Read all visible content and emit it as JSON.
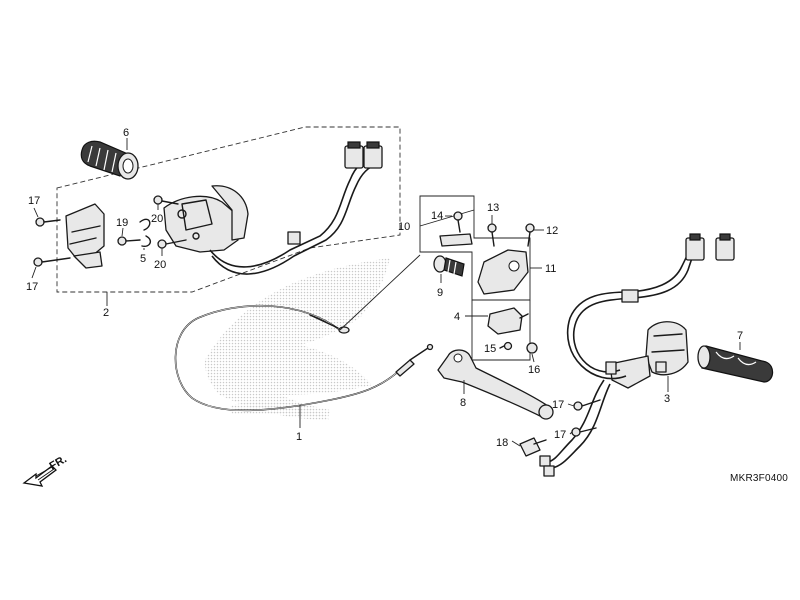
{
  "callouts": [
    {
      "id": "1",
      "label": "1"
    },
    {
      "id": "2",
      "label": "2"
    },
    {
      "id": "3",
      "label": "3"
    },
    {
      "id": "4",
      "label": "4"
    },
    {
      "id": "5",
      "label": "5"
    },
    {
      "id": "6",
      "label": "6"
    },
    {
      "id": "7",
      "label": "7"
    },
    {
      "id": "8",
      "label": "8"
    },
    {
      "id": "9",
      "label": "9"
    },
    {
      "id": "10",
      "label": "10"
    },
    {
      "id": "11",
      "label": "11"
    },
    {
      "id": "12",
      "label": "12"
    },
    {
      "id": "13",
      "label": "13"
    },
    {
      "id": "14",
      "label": "14"
    },
    {
      "id": "15",
      "label": "15"
    },
    {
      "id": "16",
      "label": "16"
    },
    {
      "id": "17a",
      "label": "17"
    },
    {
      "id": "17b",
      "label": "17"
    },
    {
      "id": "17c",
      "label": "17"
    },
    {
      "id": "17d",
      "label": "17"
    },
    {
      "id": "18",
      "label": "18"
    },
    {
      "id": "19",
      "label": "19"
    },
    {
      "id": "20a",
      "label": "20"
    },
    {
      "id": "20b",
      "label": "20"
    }
  ],
  "front_indicator": {
    "label": "FR.",
    "icon": "front-arrow-icon"
  },
  "diagram_code": "MKR3F0400",
  "colors": {
    "line": "#1a1a1a",
    "watermark": "#d0d0d0",
    "background": "#ffffff"
  }
}
